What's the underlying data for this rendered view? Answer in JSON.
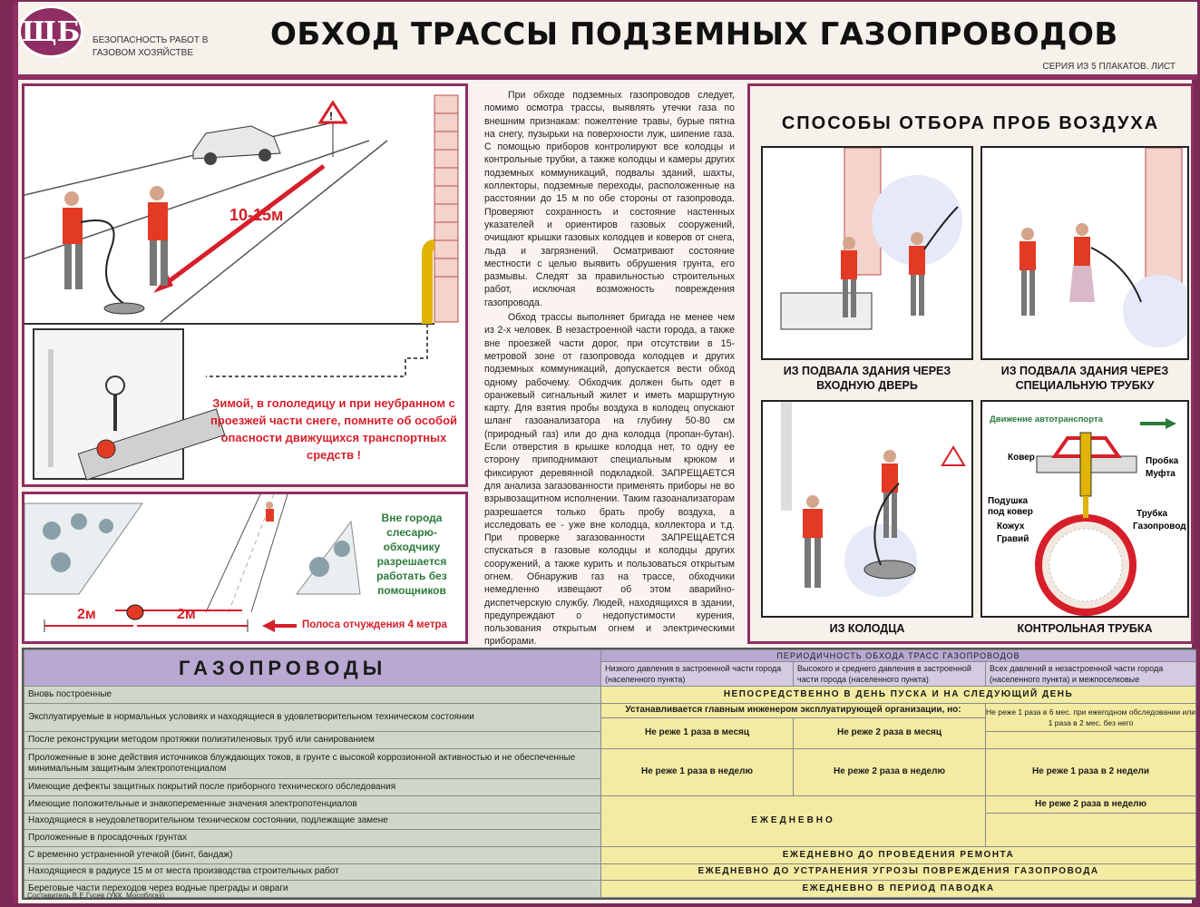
{
  "header": {
    "logo": "ЩБ",
    "subtitle": "БЕЗОПАСНОСТЬ РАБОТ В ГАЗОВОМ ХОЗЯЙСТВЕ",
    "title": "ОБХОД ТРАССЫ ПОДЗЕМНЫХ ГАЗОПРОВОДОВ",
    "series": "СЕРИЯ ИЗ 5 ПЛАКАТОВ. ЛИСТ"
  },
  "road": {
    "distance": "10-15м",
    "warning": "Зимой, в гололедицу и при неубранном с проезжей части снеге, помните об особой опасности движущихся транспортных средств !"
  },
  "strip": {
    "note": "Вне города слесарю-обходчику разрешается работать без помощников",
    "left_dist": "2м",
    "right_dist": "2м",
    "zone": "Полоса отчуждения 4 метра"
  },
  "text": {
    "p1": "При обходе подземных газопроводов следует, помимо осмотра трассы, выявлять утечки газа по внешним признакам: пожелтение травы, бурые пятна на снегу, пузырьки на поверхности луж, шипение газа. С помощью приборов контролируют все колодцы и контрольные трубки, а также колодцы и камеры других подземных коммуникаций, подвалы зданий, шахты, коллекторы, подземные переходы, расположенные на расстоянии до 15 м по обе стороны от газопровода. Проверяют сохранность и состояние настенных указателей и ориентиров газовых сооружений, очищают крышки газовых колодцев и коверов от снега, льда и загрязнений. Осматривают состояние местности с целью выявить обрушения грунта, его размывы. Следят за правильностью строительных работ, исключая возможность повреждения газопровода.",
    "p2": "Обход трассы выполняет бригада не менее чем из 2-х человек. В незастроенной части города, а также вне проезжей части дорог, при отсутствии в 15-метровой зоне от газопровода колодцев и других подземных коммуникаций, допускается вести обход одному рабочему. Обходчик должен быть одет в оранжевый сигнальный жилет и иметь маршрутную карту. Для взятия пробы воздуха в колодец опускают шланг газоанализатора на глубину 50-80 см (природный газ) или до дна колодца (пропан-бутан). Если отверстия в крышке колодца нет, то одну ее сторону приподнимают специальным крюком и фиксируют деревянной подкладкой. ЗАПРЕЩАЕТСЯ для анализа загазованности применять приборы не во взрывозащитном исполнении. Таким газоанализаторам разрешается только брать пробу воздуха, а исследовать ее - уже вне колодца, коллектора и т.д. При проверке загазованности ЗАПРЕЩАЕТСЯ спускаться в газовые колодцы и колодцы других сооружений, а также курить и пользоваться открытым огнем. Обнаружив газ на трассе, обходчики немедленно извещают об этом аварийно-диспетчерскую службу. Людей, находящихся в здании, предупреждают о недопустимости курения, пользования открытым огнем и электрическими приборами."
  },
  "methods": {
    "title": "СПОСОБЫ ОТБОРА ПРОБ ВОЗДУХА",
    "captions": [
      "ИЗ ПОДВАЛА ЗДАНИЯ ЧЕРЕЗ ВХОДНУЮ ДВЕРЬ",
      "ИЗ ПОДВАЛА ЗДАНИЯ ЧЕРЕЗ СПЕЦИАЛЬНУЮ ТРУБКУ",
      "ИЗ КОЛОДЦА",
      "КОНТРОЛЬНАЯ ТРУБКА"
    ],
    "tube": {
      "traffic": "Движение автотранспорта",
      "labels": [
        "Ковер",
        "Пробка",
        "Муфта",
        "Подушка под ковер",
        "Кожух",
        "Гравий",
        "Трубка",
        "Газопровод"
      ]
    }
  },
  "table": {
    "heading": "ГАЗОПРОВОДЫ",
    "period_heading": "ПЕРИОДИЧНОСТЬ ОБХОДА ТРАСС ГАЗОПРОВОДОВ",
    "columns": [
      "Низкого давления в застроенной части города (населенного пункта)",
      "Высокого и среднего давления в застроенной части города (населенного пункта)",
      "Всех давлений в незастроенной части города (населенного пункта) и межпоселковые"
    ],
    "rows": [
      "Вновь построенные",
      "Эксплуатируемые в нормальных условиях и находящиеся в удовлетворительном техническом состоянии",
      "После реконструкции методом протяжки полиэтиленовых труб или санированием",
      "Проложенные в зоне действия источников блуждающих токов, в грунте с высокой коррозионной активностью и не обеспеченные минимальным защитным электропотенциалом",
      "Имеющие дефекты защитных покрытий после приборного технического обследования",
      "Имеющие положительные и знакопеременные значения электропотенциалов",
      "Находящиеся в неудовлетворительном техническом состоянии, подлежащие замене",
      "Проложенные в просадочных грунтах",
      "С временно устраненной утечкой (бинт, бандаж)",
      "Находящиеся в радиусе 15 м от места производства строительных работ",
      "Береговые части переходов через водные преграды и овраги"
    ],
    "v_first_day": "НЕПОСРЕДСТВЕННО В ДЕНЬ ПУСКА И НА СЛЕДУЮЩИЙ ДЕНЬ",
    "v_engineer": "Устанавливается главным инженером эксплуатирующей организации, но:",
    "v_month1": "Не реже 1 раза в месяц",
    "v_month2": "Не реже 2 раза в месяц",
    "v_halfyear": "Не реже 1 раза в 6 мес. при ежегодном обследовании или 1 раза в 2 мес. без него",
    "v_week1": "Не реже 1 раза в неделю",
    "v_week2": "Не реже 2 раза в неделю",
    "v_2weeks": "Не реже 1 раза в 2 недели",
    "v_week2b": "Не реже 2 раза в неделю",
    "v_daily": "ЕЖЕДНЕВНО",
    "v_week1b": "Не реже 1 раза в неделю",
    "v_week2c": "Не реже 2 раза в неделю",
    "v_2weeksb": "Не реже 1 раза в 2 недели",
    "v_repair": "ЕЖЕДНЕВНО ДО ПРОВЕДЕНИЯ РЕМОНТА",
    "v_threat": "ЕЖЕДНЕВНО ДО УСТРАНЕНИЯ УГРОЗЫ ПОВРЕЖДЕНИЯ ГАЗОПРОВОДА",
    "v_flood": "ЕЖЕДНЕВНО В ПЕРИОД ПАВОДКА"
  },
  "footer": "Составитель В.Е.Гусев (УКК, Мособлгаз)",
  "colors": {
    "frame": "#8e2e62",
    "red": "#d61f2a",
    "green": "#2b7a3a",
    "yellow": "#f3eba2",
    "lilac": "#b9a8d2",
    "sage": "#cfd8c8"
  }
}
